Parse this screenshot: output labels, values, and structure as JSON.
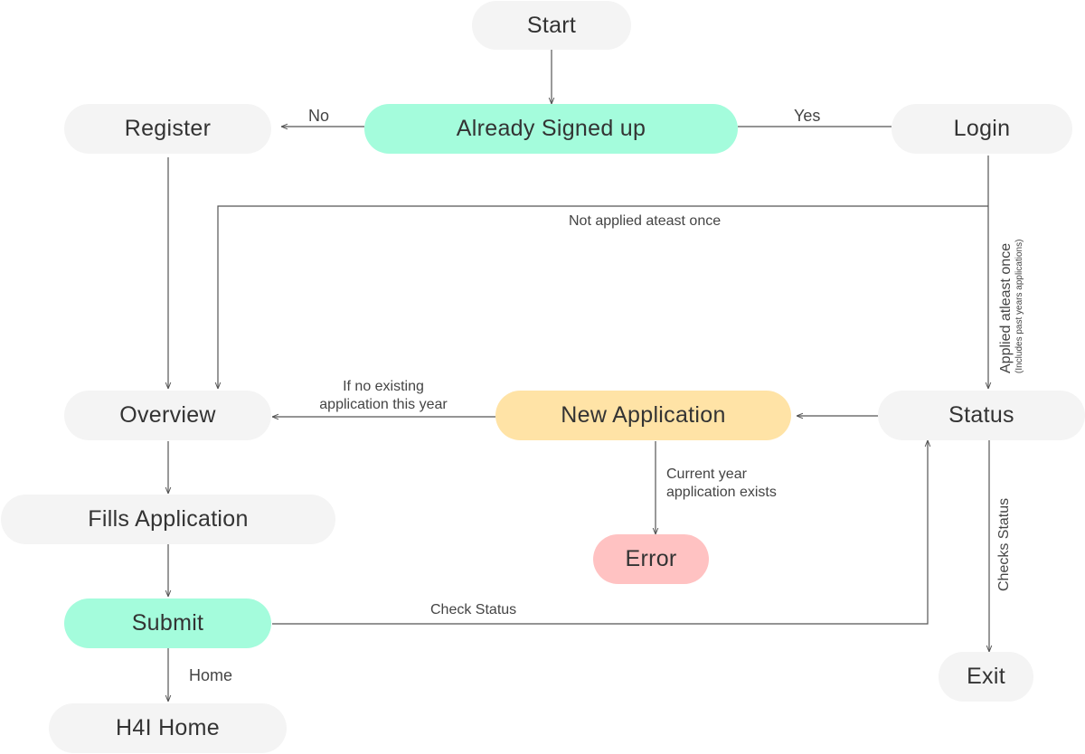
{
  "nodes": {
    "start": "Start",
    "already_signed_up": "Already Signed up",
    "register": "Register",
    "login": "Login",
    "overview": "Overview",
    "new_application": "New Application",
    "status": "Status",
    "fills_application": "Fills Application",
    "error": "Error",
    "submit": "Submit",
    "exit": "Exit",
    "h4i_home": "H4I Home"
  },
  "edge_labels": {
    "no": "No",
    "yes": "Yes",
    "not_applied": "Not applied ateast once",
    "applied_main": "Applied atleast once",
    "applied_sub": "(Includes past years applications)",
    "no_existing_line1": "If no existing",
    "no_existing_line2": "application this year",
    "current_exists_line1": "Current year",
    "current_exists_line2": "application exists",
    "check_status": "Check Status",
    "checks_status": "Checks Status",
    "home": "Home"
  },
  "colors": {
    "node_gray": "#f4f4f4",
    "node_green": "#a4fcdc",
    "node_yellow": "#ffe3a6",
    "node_red": "#ffc2c2",
    "edge": "#555555"
  }
}
